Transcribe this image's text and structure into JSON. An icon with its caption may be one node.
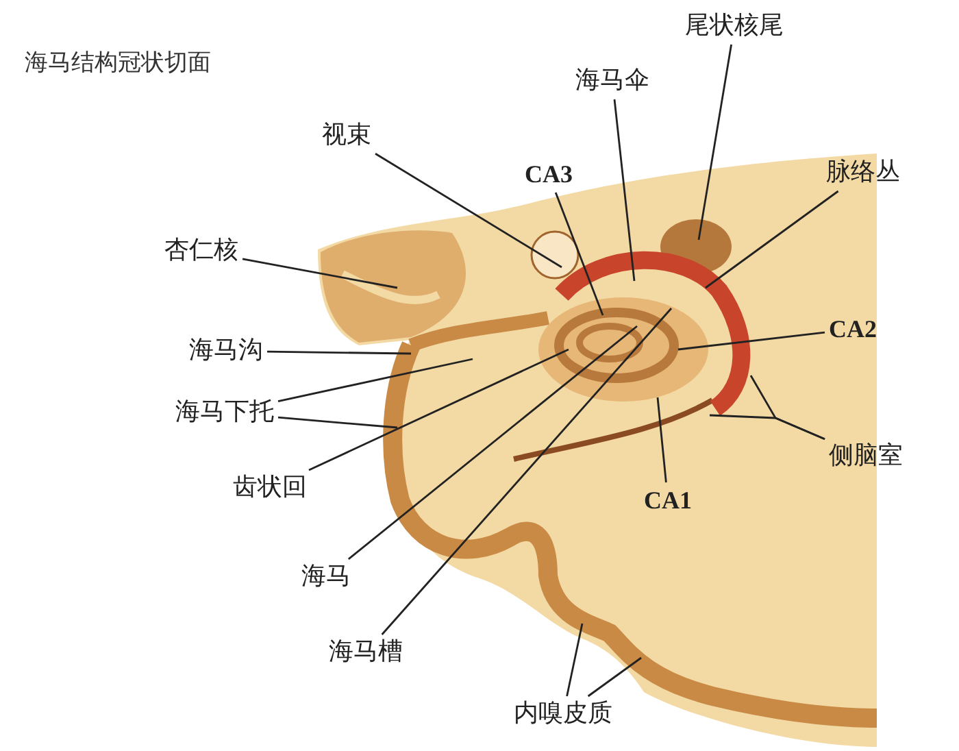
{
  "diagram": {
    "title": "海马结构冠状切面",
    "nodes": [
      {
        "text": [
          "尾状核尾"
        ]
      },
      {
        "text": [
          "海马伞"
        ]
      },
      {
        "text": [
          "视束"
        ]
      },
      {
        "text": [
          "CA3"
        ]
      },
      {
        "text": [
          "脉络丛"
        ]
      },
      {
        "text": [
          "杏仁核"
        ]
      },
      {
        "text": [
          "CA2"
        ]
      },
      {
        "text": [
          "海马沟"
        ]
      },
      {
        "text": [
          "海马下托"
        ]
      },
      {
        "text": [
          "侧脑室"
        ]
      },
      {
        "text": [
          "齿状回"
        ]
      },
      {
        "text": [
          "CA1"
        ]
      },
      {
        "text": [
          "海马"
        ]
      },
      {
        "text": [
          "海马槽"
        ]
      },
      {
        "text": [
          "内嗅皮质"
        ]
      }
    ],
    "edges": [
      {
        "from": 0,
        "to": null,
        "arrow": "none"
      },
      {
        "from": 1,
        "to": null,
        "arrow": "none"
      },
      {
        "from": 2,
        "to": null,
        "arrow": "none"
      },
      {
        "from": 3,
        "to": null,
        "arrow": "none"
      },
      {
        "from": 4,
        "to": null,
        "arrow": "none"
      },
      {
        "from": 5,
        "to": null,
        "arrow": "none"
      },
      {
        "from": 6,
        "to": null,
        "arrow": "none"
      },
      {
        "from": 7,
        "to": null,
        "arrow": "none"
      },
      {
        "from": 8,
        "to": null,
        "arrow": "none"
      },
      {
        "from": 8,
        "to": null,
        "arrow": "none"
      },
      {
        "from": 9,
        "to": null,
        "arrow": "none"
      },
      {
        "from": 9,
        "to": null,
        "arrow": "none"
      },
      {
        "from": 10,
        "to": null,
        "arrow": "none"
      },
      {
        "from": 11,
        "to": null,
        "arrow": "none"
      },
      {
        "from": 12,
        "to": null,
        "arrow": "none"
      },
      {
        "from": 13,
        "to": null,
        "arrow": "none"
      },
      {
        "from": 14,
        "to": null,
        "arrow": "none"
      },
      {
        "from": 14,
        "to": null,
        "arrow": "none"
      }
    ]
  }
}
